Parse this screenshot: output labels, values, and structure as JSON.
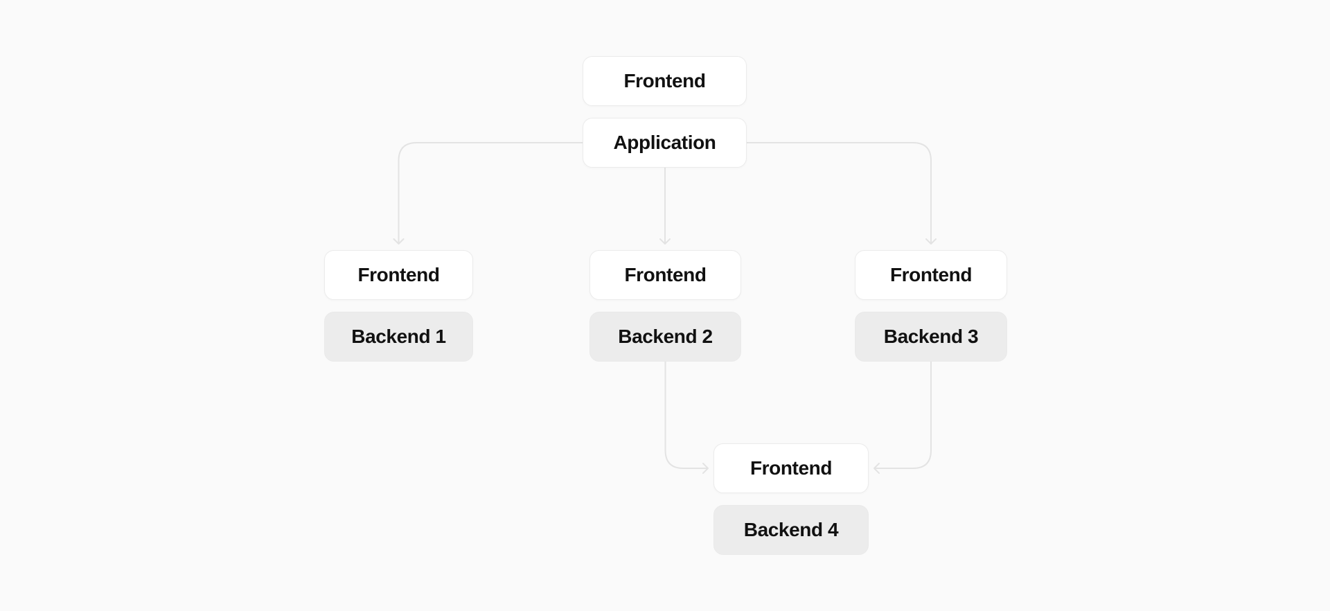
{
  "canvas": {
    "background": "#fafafa"
  },
  "colors": {
    "node_background": "#ffffff",
    "node_border": "#ebebeb",
    "secondary_node_background": "#ececec",
    "edge_stroke": "#e3e3e3",
    "label_text": "#111111"
  },
  "nodes": {
    "top_group": {
      "frontend_label": "Frontend",
      "application_label": "Application"
    },
    "group_1": {
      "frontend_label": "Frontend",
      "backend_label": "Backend 1"
    },
    "group_2": {
      "frontend_label": "Frontend",
      "backend_label": "Backend 2"
    },
    "group_3": {
      "frontend_label": "Frontend",
      "backend_label": "Backend 3"
    },
    "group_4": {
      "frontend_label": "Frontend",
      "backend_label": "Backend 4"
    }
  },
  "edges": [
    {
      "from": "Application",
      "to": "Frontend of Backend 1 group",
      "enters": "top"
    },
    {
      "from": "Application",
      "to": "Frontend of Backend 2 group",
      "enters": "top"
    },
    {
      "from": "Application",
      "to": "Frontend of Backend 3 group",
      "enters": "top"
    },
    {
      "from": "Backend 2",
      "to": "Frontend of Backend 4 group",
      "enters": "left"
    },
    {
      "from": "Backend 3",
      "to": "Frontend of Backend 4 group",
      "enters": "right"
    }
  ]
}
